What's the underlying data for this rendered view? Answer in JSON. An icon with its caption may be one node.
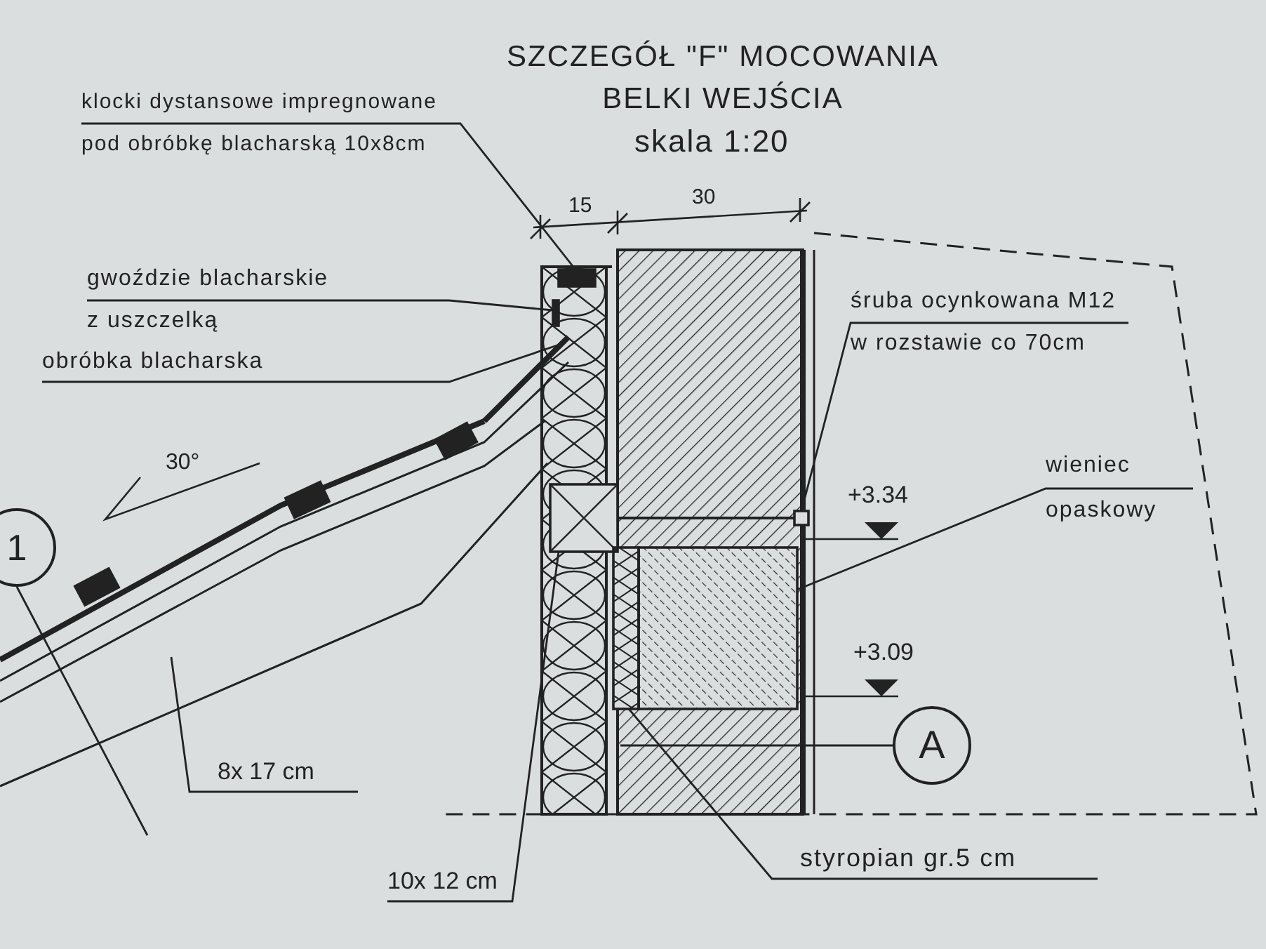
{
  "diagram": {
    "title": "SZCZEGÓŁ \"F\" MOCOWANIA BELKI WEJŚCIA",
    "nodes": [
      {
        "text": [
          "klocki dystansowe impregnowane pod obróbkę blacharską 10x8cm"
        ]
      },
      {
        "text": [
          "gwoździe blacharskie z uszczelką"
        ]
      },
      {
        "text": [
          "obróbka blacharska"
        ]
      },
      {
        "text": [
          "śruba ocynkowana M12 w rozstawie co 70cm"
        ]
      },
      {
        "text": [
          "wieniec opaskowy"
        ]
      },
      {
        "text": [
          "8x 17 cm"
        ]
      },
      {
        "text": [
          "10x 12 cm"
        ]
      },
      {
        "text": [
          "styropian gr.5 cm"
        ]
      },
      {
        "text": [
          "1"
        ]
      },
      {
        "text": [
          "A"
        ]
      },
      {
        "text": [],
        "shape": "box"
      },
      {
        "text": [],
        "shape": "box"
      },
      {
        "text": [],
        "shape": "bar"
      },
      {
        "text": [],
        "shape": "box"
      },
      {
        "text": [],
        "shape": "box"
      },
      {
        "text": [],
        "shape": "box"
      },
      {
        "text": [],
        "shape": "box"
      }
    ],
    "edges": [
      {
        "from": 0,
        "to": 10,
        "arrow": "none"
      },
      {
        "from": 1,
        "to": 11,
        "arrow": "none"
      },
      {
        "from": 2,
        "to": 12,
        "arrow": "none"
      },
      {
        "from": 3,
        "to": 13,
        "arrow": "none"
      },
      {
        "from": 4,
        "to": 14,
        "arrow": "none"
      },
      {
        "from": 5,
        "to": null,
        "arrow": "none"
      },
      {
        "from": 6,
        "to": 15,
        "arrow": "none"
      },
      {
        "from": 7,
        "to": 16,
        "arrow": "none"
      },
      {
        "from": 8,
        "to": null,
        "arrow": "none"
      },
      {
        "from": 9,
        "to": null,
        "arrow": "none"
      }
    ],
    "labels": [
      "skala 1:20",
      "15",
      "30",
      "30°",
      "+3.34",
      "+3.09"
    ]
  }
}
